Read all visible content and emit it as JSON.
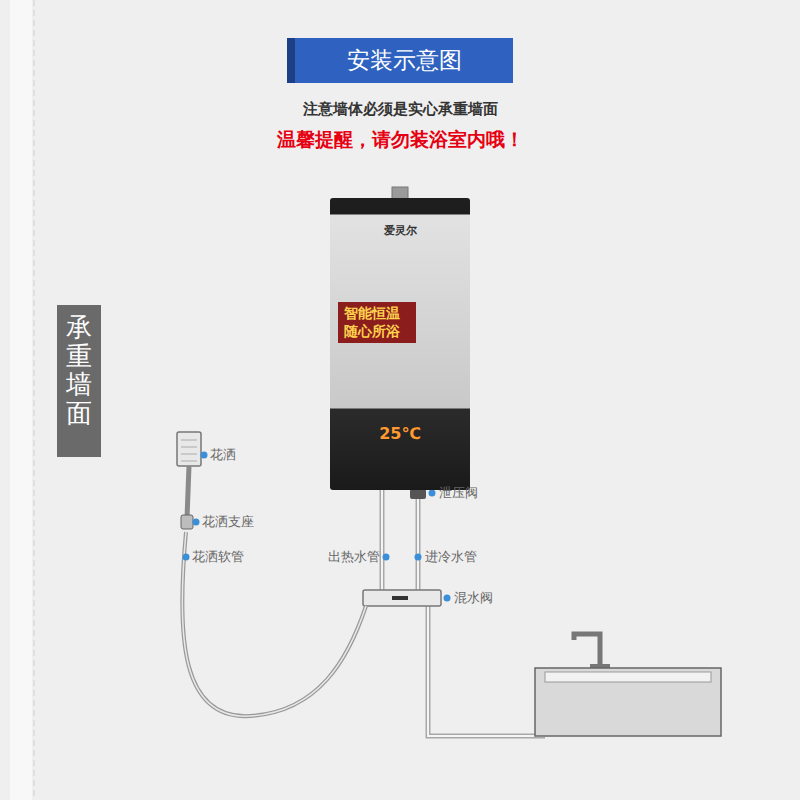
{
  "diagram": {
    "title": "安装示意图",
    "nodes": [
      {
        "text": [
          "承重墙面"
        ]
      },
      {
        "text": [
          "爱灵尔",
          "智能恒温 随心所浴",
          "25℃"
        ]
      }
    ],
    "labels": [
      "注意墙体必须是实心承重墙面",
      "温馨提醒，请勿装浴室内哦！",
      "花洒",
      "花洒支座",
      "花洒软管",
      "出热水管",
      "进冷水管",
      "泄压阀",
      "混水阀"
    ]
  }
}
